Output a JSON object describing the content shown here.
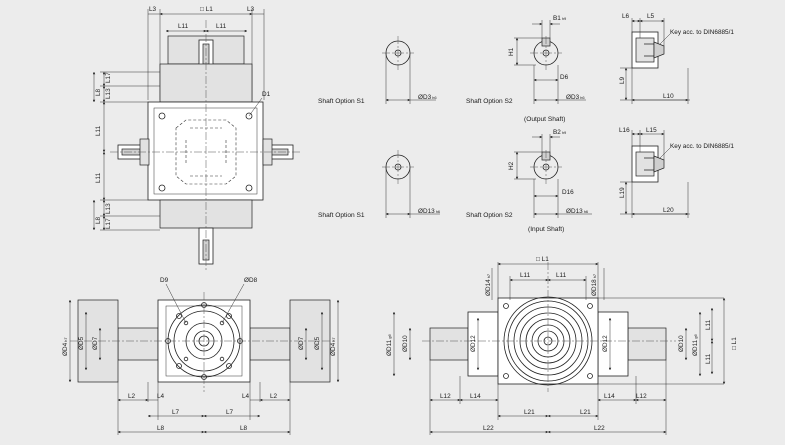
{
  "top_view": {
    "dims": {
      "L1": "□ L1",
      "L3": "L3",
      "L11": "L11",
      "L17": "L17",
      "L8": "L8",
      "L13": "L13",
      "D1": "D1"
    }
  },
  "output_shaft": {
    "caption": "(Output Shaft)",
    "option_s1": "Shaft Option S1",
    "option_s2": "Shaft Option S2",
    "d3": "ØD3",
    "d3_tol": "h6",
    "d3b": "ØD3",
    "d3b_tol": "h6",
    "b1": "B1",
    "b1_tol": "h9",
    "h1": "H1",
    "d6": "D6",
    "l6": "L6",
    "l5": "L5",
    "l9": "L9",
    "l10": "L10",
    "key": "Key acc. to DIN6885/1"
  },
  "input_shaft": {
    "caption": "(Input Shaft)",
    "option_s1": "Shaft Option S1",
    "option_s2": "Shaft Option S2",
    "d13": "ØD13",
    "d13_tol": "h6",
    "d13b": "ØD13",
    "d13b_tol": "h6",
    "b2": "B2",
    "b2_tol": "h9",
    "h2": "H2",
    "d16": "D16",
    "l16": "L16",
    "l15": "L15",
    "l19": "L19",
    "l20": "L20",
    "key": "Key acc. to DIN6885/1"
  },
  "front_view": {
    "d9": "D9",
    "d8": "ØD8",
    "d4": "ØD4",
    "d4_tol": "h7",
    "d5": "ØD5",
    "d7": "ØD7",
    "l2": "L2",
    "l4": "L4",
    "l7": "L7",
    "l8": "L8"
  },
  "side_view": {
    "l1": "□ L1",
    "l11": "L11",
    "d14": "ØD14",
    "d14_tol": "h7",
    "d18": "ØD18",
    "d18_tol": "h7",
    "d11": "ØD11",
    "d11_tol": "g6",
    "d10": "ØD10",
    "d12": "ØD12",
    "l12": "L12",
    "l14": "L14",
    "l21": "L21",
    "l22": "L22"
  }
}
